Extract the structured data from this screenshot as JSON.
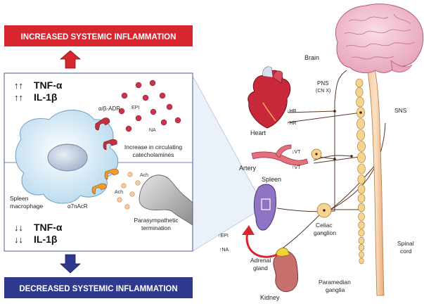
{
  "banners": {
    "top": "INCREASED SYSTEMIC INFLAMMATION",
    "bottom": "DECREASED SYSTEMIC INFLAMMATION",
    "top_color": "#d7262e",
    "bottom_color": "#2f3a8f"
  },
  "panel": {
    "upper": {
      "arrows": "↑↑",
      "cytokine1": "TNF-α",
      "cytokine2": "IL-1β",
      "receptor": "α/β-ADR",
      "epi": "EPI",
      "na": "NA",
      "catechol_line1": "Increase in circulating",
      "catechol_line2": "catecholamines"
    },
    "lower": {
      "arrows": "↓↓",
      "cytokine1": "TNF-α",
      "cytokine2": "IL-1β",
      "cell_line1": "Spleen",
      "cell_line2": "macrophage",
      "receptor": "α7nAcR",
      "ach": "Ach",
      "terminal_line1": "Parasympathetic",
      "terminal_line2": "termination"
    }
  },
  "anatomy": {
    "brain": "Brain",
    "pns_line1": "PNS",
    "pns_line2": "(CN X)",
    "sns": "SNS",
    "heart": "Heart",
    "hr_down": "↓HR",
    "hr_up": "↑HR",
    "artery": "Artery",
    "vt_down": "↓VT",
    "vt_up": "↑VT",
    "spleen": "Spleen",
    "celiac_line1": "Celiac",
    "celiac_line2": "ganglion",
    "epi_up": "↑EPI",
    "na_up": "↑NA",
    "adrenal_line1": "Adrenal",
    "adrenal_line2": "gland",
    "kidney": "Kidney",
    "paramedian_line1": "Paramedian",
    "paramedian_line2": "ganglia",
    "spinal_line1": "Spinal",
    "spinal_line2": "cord"
  }
}
